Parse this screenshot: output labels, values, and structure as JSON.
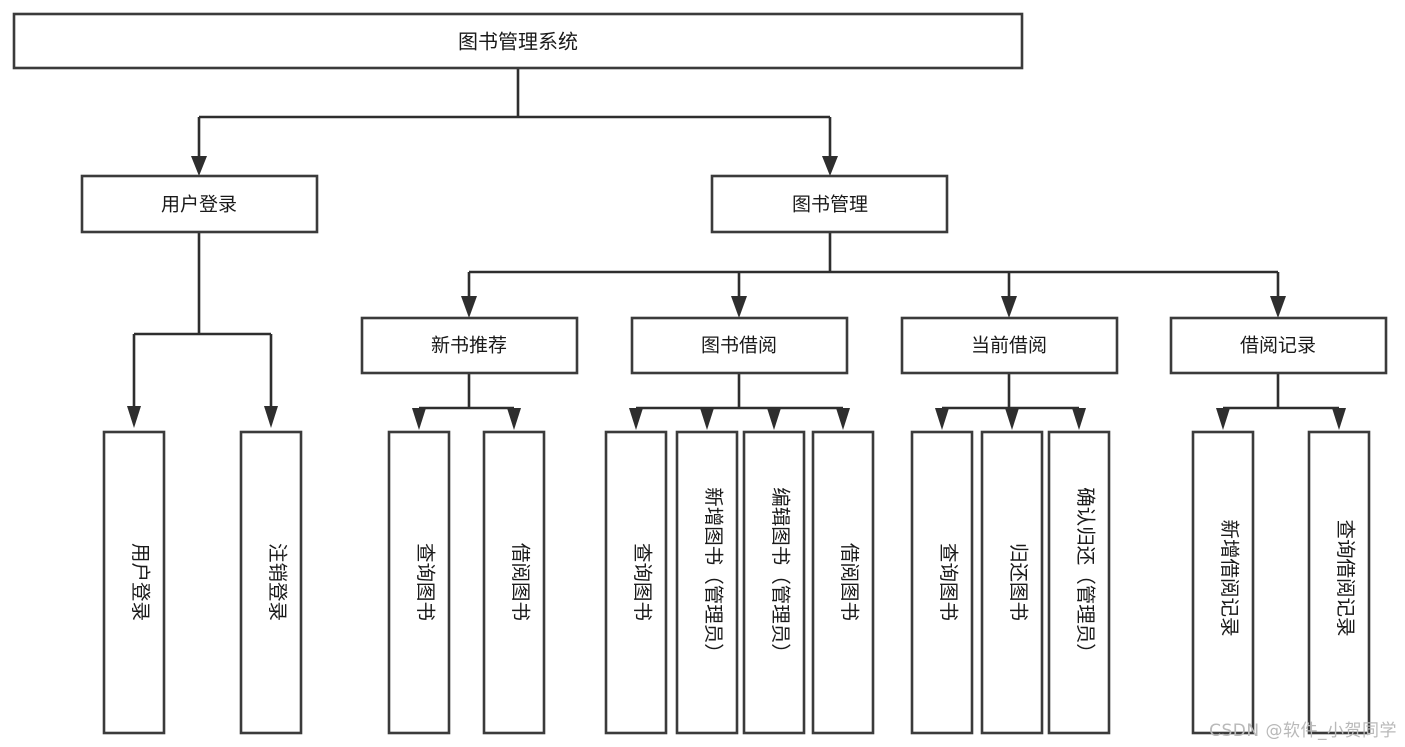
{
  "diagram": {
    "type": "tree-flowchart",
    "title": "图书管理系统",
    "watermark": "CSDN @软件_小贺同学",
    "colors": {
      "box_fill": "#ffffff",
      "box_stroke": "#3b3b3b",
      "edge": "#2e2e2e",
      "text": "#1a1a1a",
      "watermark": "#b9b9b9",
      "background": "#ffffff"
    },
    "root": {
      "label": "图书管理系统"
    },
    "level2": [
      {
        "label": "用户登录"
      },
      {
        "label": "图书管理"
      }
    ],
    "level3": [
      {
        "label": "新书推荐"
      },
      {
        "label": "图书借阅"
      },
      {
        "label": "当前借阅"
      },
      {
        "label": "借阅记录"
      }
    ],
    "leaves": {
      "user_login": [
        {
          "label": "用户登录"
        },
        {
          "label": "注销登录"
        }
      ],
      "new_book_recommend": [
        {
          "label": "查询图书"
        },
        {
          "label": "借阅图书"
        }
      ],
      "book_borrow": [
        {
          "label": "查询图书"
        },
        {
          "label": "新增图书（管理员）"
        },
        {
          "label": "编辑图书（管理员）"
        },
        {
          "label": "借阅图书"
        }
      ],
      "current_borrow": [
        {
          "label": "查询图书"
        },
        {
          "label": "归还图书"
        },
        {
          "label": "确认归还（管理员）"
        }
      ],
      "borrow_record": [
        {
          "label": "新增借阅记录"
        },
        {
          "label": "查询借阅记录"
        }
      ]
    }
  }
}
